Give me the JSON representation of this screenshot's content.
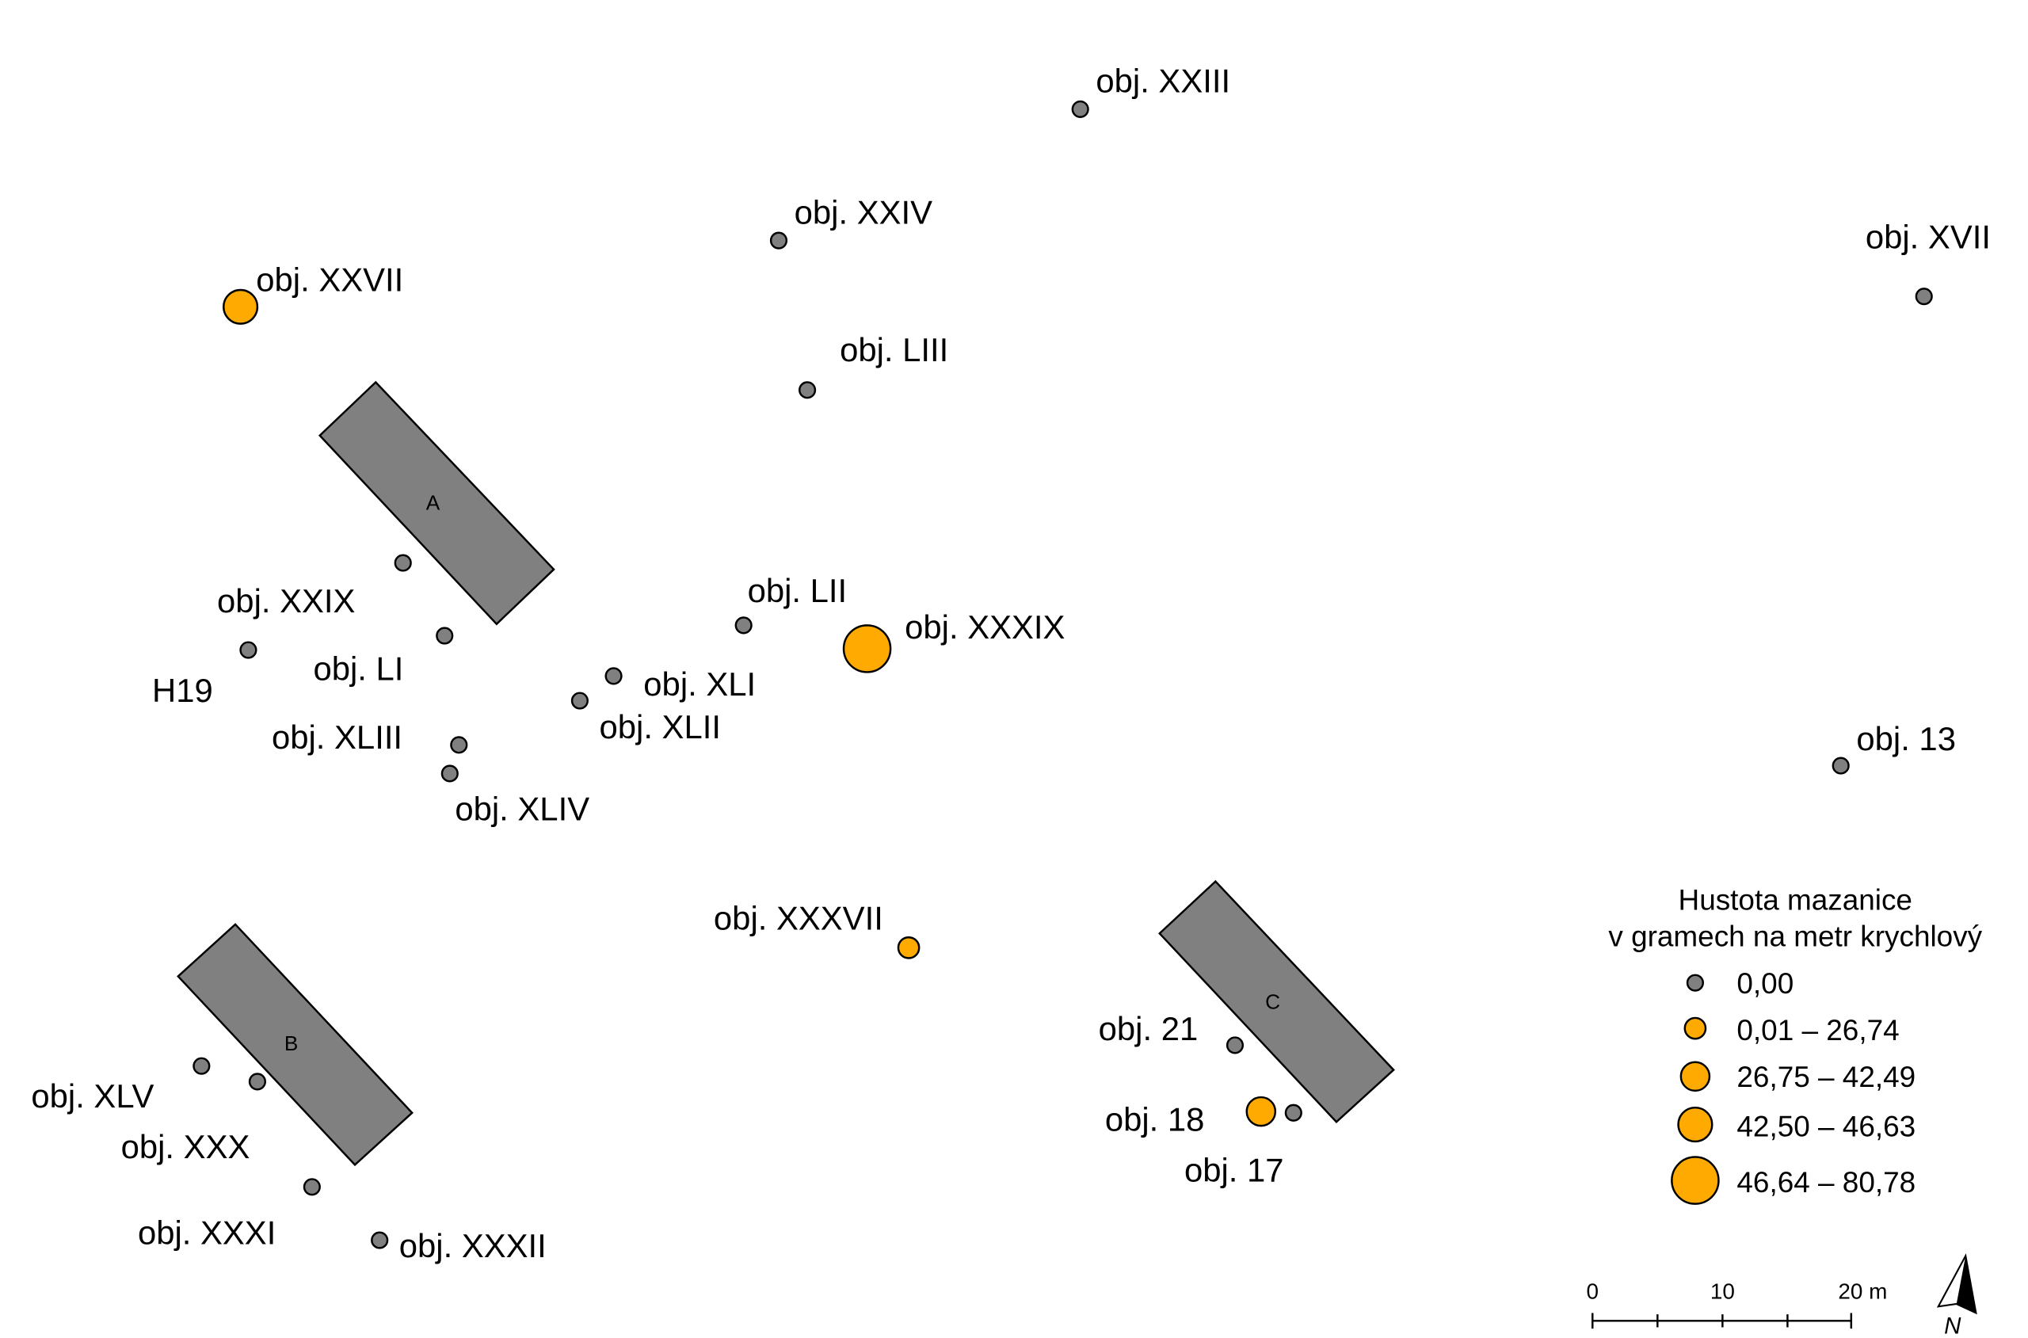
{
  "map": {
    "features": [
      {
        "label": "obj. XXIII",
        "density_class": 0
      },
      {
        "label": "obj. XXIV",
        "density_class": 0
      },
      {
        "label": "obj. XXVII",
        "density_class": 3
      },
      {
        "label": "obj. LIII",
        "density_class": 0
      },
      {
        "label": "obj. XVII",
        "density_class": 0
      },
      {
        "label": "obj. XXIX",
        "density_class": 0
      },
      {
        "label": "H19",
        "density_class": 0
      },
      {
        "label": "obj. LI",
        "density_class": 0
      },
      {
        "label": "obj. LII",
        "density_class": 0
      },
      {
        "label": "obj. XXXIX",
        "density_class": 4
      },
      {
        "label": "obj. XLI",
        "density_class": 0
      },
      {
        "label": "obj. XLII",
        "density_class": 0
      },
      {
        "label": "obj. XLIII",
        "density_class": 0
      },
      {
        "label": "obj. XLIV",
        "density_class": 0
      },
      {
        "label": "obj. 13",
        "density_class": 0
      },
      {
        "label": "obj. XXXVII",
        "density_class": 1
      },
      {
        "label": "obj. 21",
        "density_class": 0
      },
      {
        "label": "obj. 18",
        "density_class": 2
      },
      {
        "label": "obj. 17",
        "density_class": 0
      },
      {
        "label": "obj. XLV",
        "density_class": 0
      },
      {
        "label": "obj. XXX",
        "density_class": 0
      },
      {
        "label": "obj. XXXI",
        "density_class": 0
      },
      {
        "label": "obj. XXXII",
        "density_class": 0
      }
    ],
    "buildings": [
      {
        "label": "A"
      },
      {
        "label": "B"
      },
      {
        "label": "C"
      }
    ]
  },
  "legend": {
    "title_line1": "Hustota mazanice",
    "title_line2": "v gramech na metr krychlový",
    "classes": [
      {
        "label": "0,00",
        "color": "#808080"
      },
      {
        "label": "0,01 – 26,74",
        "color": "#FFAA00"
      },
      {
        "label": "26,75 – 42,49",
        "color": "#FFAA00"
      },
      {
        "label": "42,50 – 46,63",
        "color": "#FFAA00"
      },
      {
        "label": "46,64 – 80,78",
        "color": "#FFAA00"
      }
    ]
  },
  "scale_bar": {
    "tick_labels": [
      "0",
      "10",
      "20 m"
    ]
  },
  "north_arrow": {
    "label": "N"
  },
  "colors": {
    "building_fill": "#808080",
    "outline": "#000000",
    "background": "#FFFFFF"
  }
}
